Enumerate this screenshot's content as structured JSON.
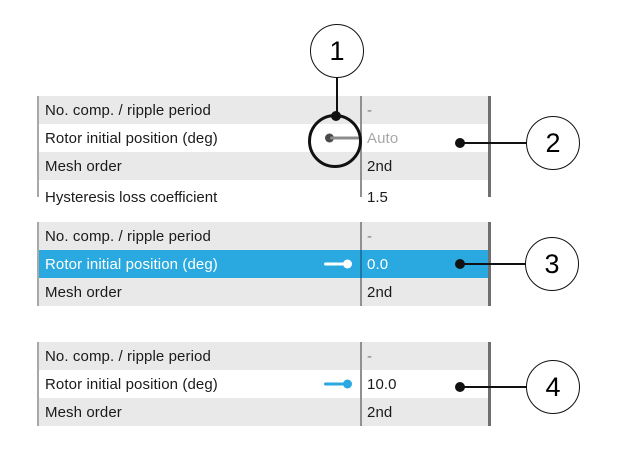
{
  "colors": {
    "highlight-blue": "#29a9e0",
    "row-gray": "#e9e9e9",
    "text-dark": "#1a1a1a",
    "text-muted": "#a8a8a8",
    "text-dash": "#7d7d7d",
    "divider-gray": "#909090",
    "border-left-gray": "#a8a8a8",
    "border-right-gray": "#6f6f6f",
    "slider-dark": "#4a4a4a",
    "slider-line-gray": "#8c8c8c",
    "annotation-black": "#111111"
  },
  "states": [
    {
      "name": "auto",
      "rows": [
        {
          "label": "No. comp. / ripple period",
          "value": "-"
        },
        {
          "label": "Rotor initial position (deg)",
          "value": "Auto",
          "icon": "slider-handle-icon"
        },
        {
          "label": "Mesh order",
          "value": "2nd"
        }
      ],
      "clipped_row": {
        "label": "Hysteresis loss coefficient",
        "value": "1.5"
      }
    },
    {
      "name": "selected-zero",
      "rows": [
        {
          "label": "No. comp. / ripple period",
          "value": "-"
        },
        {
          "label": "Rotor initial position (deg)",
          "value": "0.0",
          "icon": "slider-handle-icon"
        },
        {
          "label": "Mesh order",
          "value": "2nd"
        }
      ]
    },
    {
      "name": "manual-ten",
      "rows": [
        {
          "label": "No. comp. / ripple period",
          "value": "-"
        },
        {
          "label": "Rotor initial position (deg)",
          "value": "10.0",
          "icon": "slider-handle-icon"
        },
        {
          "label": "Mesh order",
          "value": "2nd"
        }
      ]
    }
  ],
  "callouts": [
    {
      "number": "1"
    },
    {
      "number": "2"
    },
    {
      "number": "3"
    },
    {
      "number": "4"
    }
  ]
}
